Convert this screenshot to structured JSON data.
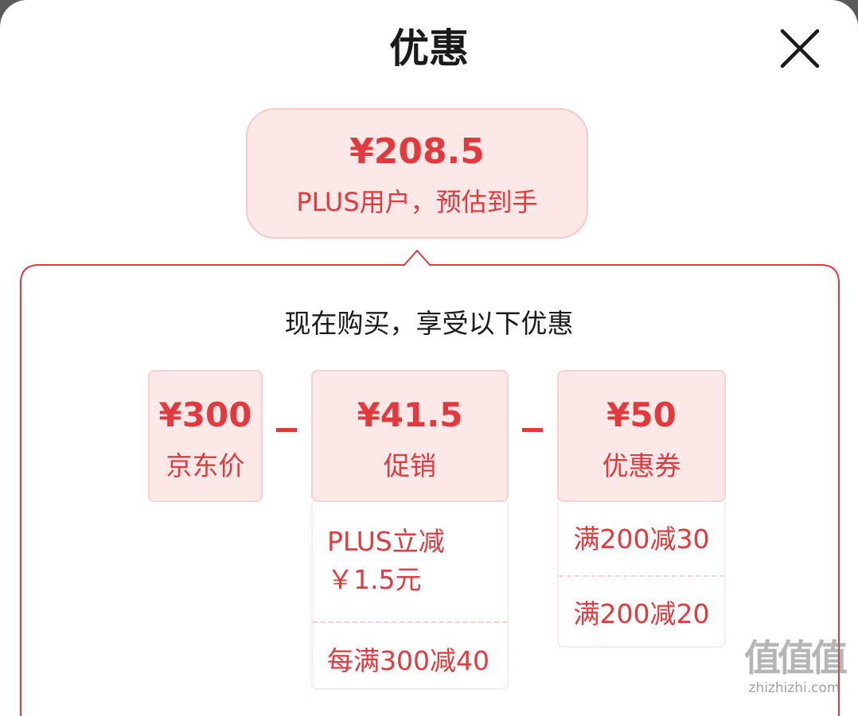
{
  "header": {
    "title": "优惠",
    "close_icon": "close-icon"
  },
  "summary": {
    "price": "¥208.5",
    "subtitle": "PLUS用户，预估到手"
  },
  "panel": {
    "heading": "现在购买，享受以下优惠"
  },
  "breakdown": {
    "jd_price": {
      "amount": "¥300",
      "label": "京东价"
    },
    "promotion": {
      "amount": "¥41.5",
      "label": "促销",
      "details": [
        "PLUS立减",
        "￥1.5元",
        "每满300减40"
      ]
    },
    "coupon": {
      "amount": "¥50",
      "label": "优惠券",
      "details": [
        "满200减30",
        "满200减20"
      ]
    },
    "operator": "−"
  },
  "watermark": {
    "logo": "值值值",
    "url": "zhizhizhi.com"
  },
  "colors": {
    "accent": "#e4393c",
    "card_bg": "#fde8e8",
    "border": "#f9c9c6"
  }
}
